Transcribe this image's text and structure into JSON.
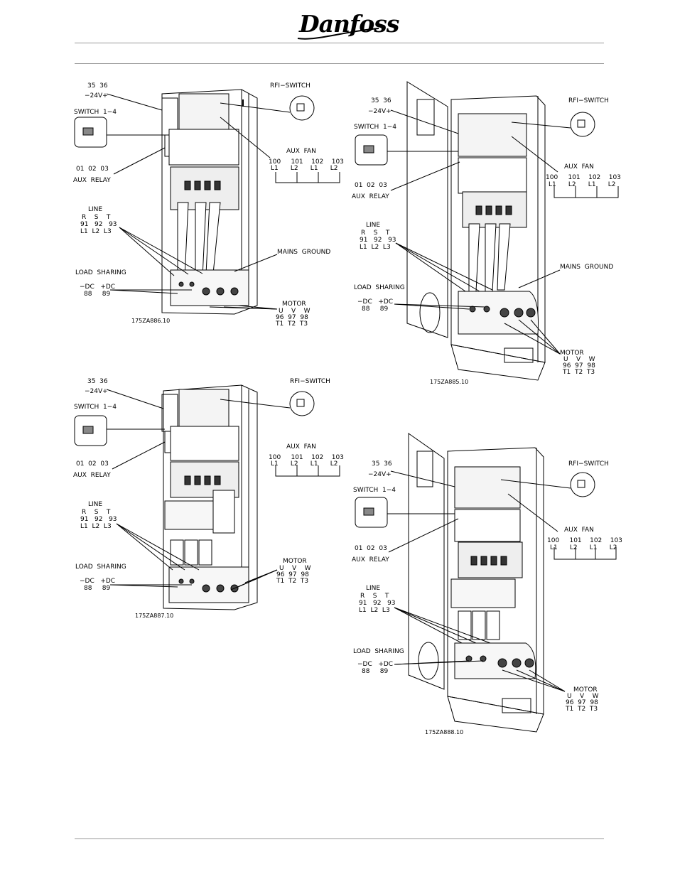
{
  "brand": {
    "logo_text": "Danfoss"
  },
  "figures": [
    {
      "id": "fig-886",
      "code": "175ZA886.10",
      "labels": {
        "t3536": "35  36",
        "t24": "−24V+",
        "sw": "SWITCH  1−4",
        "relay_nums": "01  02  03",
        "relay": "AUX  RELAY",
        "rfi": "RFI−SWITCH",
        "auxfan": "AUX  FAN",
        "fan_nums": "100     101    102    103",
        "fan_l": "L1      L2      L1      L2",
        "line": "LINE",
        "line_rst": "R    S    T",
        "line_nums": "91   92   93",
        "line_l": "L1  L2  L3",
        "ground": "MAINS  GROUND",
        "loadsh": "LOAD  SHARING",
        "dc": "−DC   +DC",
        "dc_nums": "88     89",
        "motor": "MOTOR",
        "motor_uvw": "U    V    W",
        "motor_nums": "96  97  98",
        "motor_t": "T1  T2  T3"
      }
    },
    {
      "id": "fig-885",
      "code": "175ZA885.10",
      "labels": {
        "t3536": "35  36",
        "t24": "−24V+",
        "sw": "SWITCH  1−4",
        "relay_nums": "01  02  03",
        "relay": "AUX  RELAY",
        "rfi": "RFI−SWITCH",
        "auxfan": "AUX  FAN",
        "fan_nums": "100     101    102    103",
        "fan_l": "L1      L2      L1      L2",
        "line": "LINE",
        "line_rst": "R    S    T",
        "line_nums": "91   92   93",
        "line_l": "L1  L2  L3",
        "ground": "MAINS  GROUND",
        "loadsh": "LOAD  SHARING",
        "dc": "−DC   +DC",
        "dc_nums": "88     89",
        "motor": "MOTOR",
        "motor_uvw": "U    V    W",
        "motor_nums": "96  97  98",
        "motor_t": "T1  T2  T3"
      }
    },
    {
      "id": "fig-887",
      "code": "175ZA887.10",
      "labels": {
        "t3536": "35  36",
        "t24": "−24V+",
        "sw": "SWITCH  1−4",
        "relay_nums": "01  02  03",
        "relay": "AUX  RELAY",
        "rfi": "RFI−SWITCH",
        "auxfan": "AUX  FAN",
        "fan_nums": "100     101    102    103",
        "fan_l": "L1      L2      L1      L2",
        "line": "LINE",
        "line_rst": "R    S    T",
        "line_nums": "91   92   93",
        "line_l": "L1  L2  L3",
        "loadsh": "LOAD  SHARING",
        "dc": "−DC   +DC",
        "dc_nums": "88     89",
        "motor": "MOTOR",
        "motor_uvw": "U    V    W",
        "motor_nums": "96  97  98",
        "motor_t": "T1  T2  T3"
      }
    },
    {
      "id": "fig-888",
      "code": "175ZA888.10",
      "labels": {
        "t3536": "35  36",
        "t24": "−24V+",
        "sw": "SWITCH  1−4",
        "relay_nums": "01  02  03",
        "relay": "AUX  RELAY",
        "rfi": "RFI−SWITCH",
        "auxfan": "AUX  FAN",
        "fan_nums": "100     101    102    103",
        "fan_l": "L1      L2      L1      L2",
        "line": "LINE",
        "line_rst": "R    S    T",
        "line_nums": "91   92   93",
        "line_l": "L1  L2  L3",
        "loadsh": "LOAD  SHARING",
        "dc": "−DC   +DC",
        "dc_nums": "88     89",
        "motor": "MOTOR",
        "motor_uvw": "U    V    W",
        "motor_nums": "96  97  98",
        "motor_t": "T1  T2  T3"
      }
    }
  ]
}
